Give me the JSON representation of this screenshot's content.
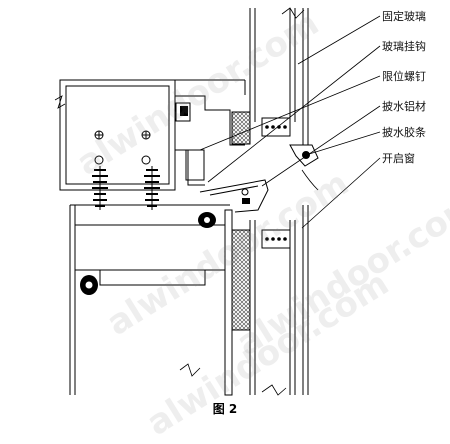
{
  "labels": [
    {
      "id": "fixed-glass",
      "text": "固定玻璃"
    },
    {
      "id": "glass-hook",
      "text": "玻璃挂钩"
    },
    {
      "id": "limit-screw",
      "text": "限位螺钉"
    },
    {
      "id": "flashing-aluminum",
      "text": "披水铝材"
    },
    {
      "id": "flashing-rubber-strip",
      "text": "披水胶条"
    },
    {
      "id": "opening-window",
      "text": "开启窗"
    }
  ],
  "caption": "图 2",
  "watermark": "alwindoor.com",
  "colors": {
    "line": "#000000",
    "hatch": "#555555",
    "watermark": "#9a9a9a"
  }
}
